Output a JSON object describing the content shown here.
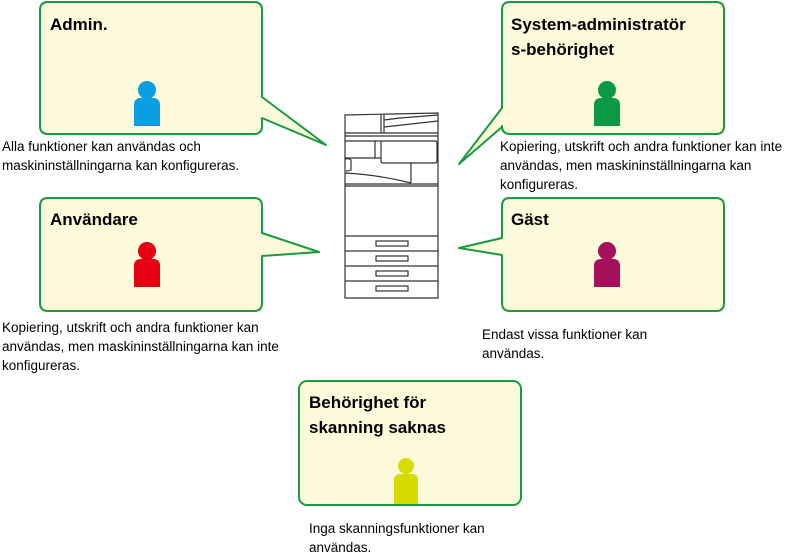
{
  "diagram": {
    "colors": {
      "bubble_fill": "#fdfadc",
      "bubble_stroke": "#1a9a40",
      "device_stroke": "#333333"
    },
    "roles": [
      {
        "id": "admin",
        "title": "Admin.",
        "description": "Alla funktioner kan användas och maskininställningarna kan konfigureras.",
        "icon": "person-icon",
        "color": "#0b9ee3"
      },
      {
        "id": "system-admin",
        "title": "System-administratörs-behörighet",
        "title_line1": "System-administratör",
        "title_line2": "s-behörighet",
        "description": "Kopiering, utskrift och andra funktioner kan inte användas, men maskininställningarna kan konfigureras.",
        "icon": "person-icon",
        "color": "#0a9a44"
      },
      {
        "id": "user",
        "title": "Användare",
        "description": "Kopiering, utskrift och andra funktioner kan användas, men maskininställningarna kan inte konfigureras.",
        "icon": "person-icon",
        "color": "#e60012"
      },
      {
        "id": "guest",
        "title": "Gäst",
        "description": "Endast vissa funktioner kan användas.",
        "icon": "person-icon",
        "color": "#a4105a"
      },
      {
        "id": "no-scan",
        "title": "Behörighet för skanning saknas",
        "title_line1": "Behörighet för",
        "title_line2": "skanning saknas",
        "description": "Inga skanningsfunktioner kan användas.",
        "icon": "person-icon",
        "color": "#d6dc00"
      }
    ],
    "device": {
      "icon": "multifunction-printer-icon"
    }
  }
}
